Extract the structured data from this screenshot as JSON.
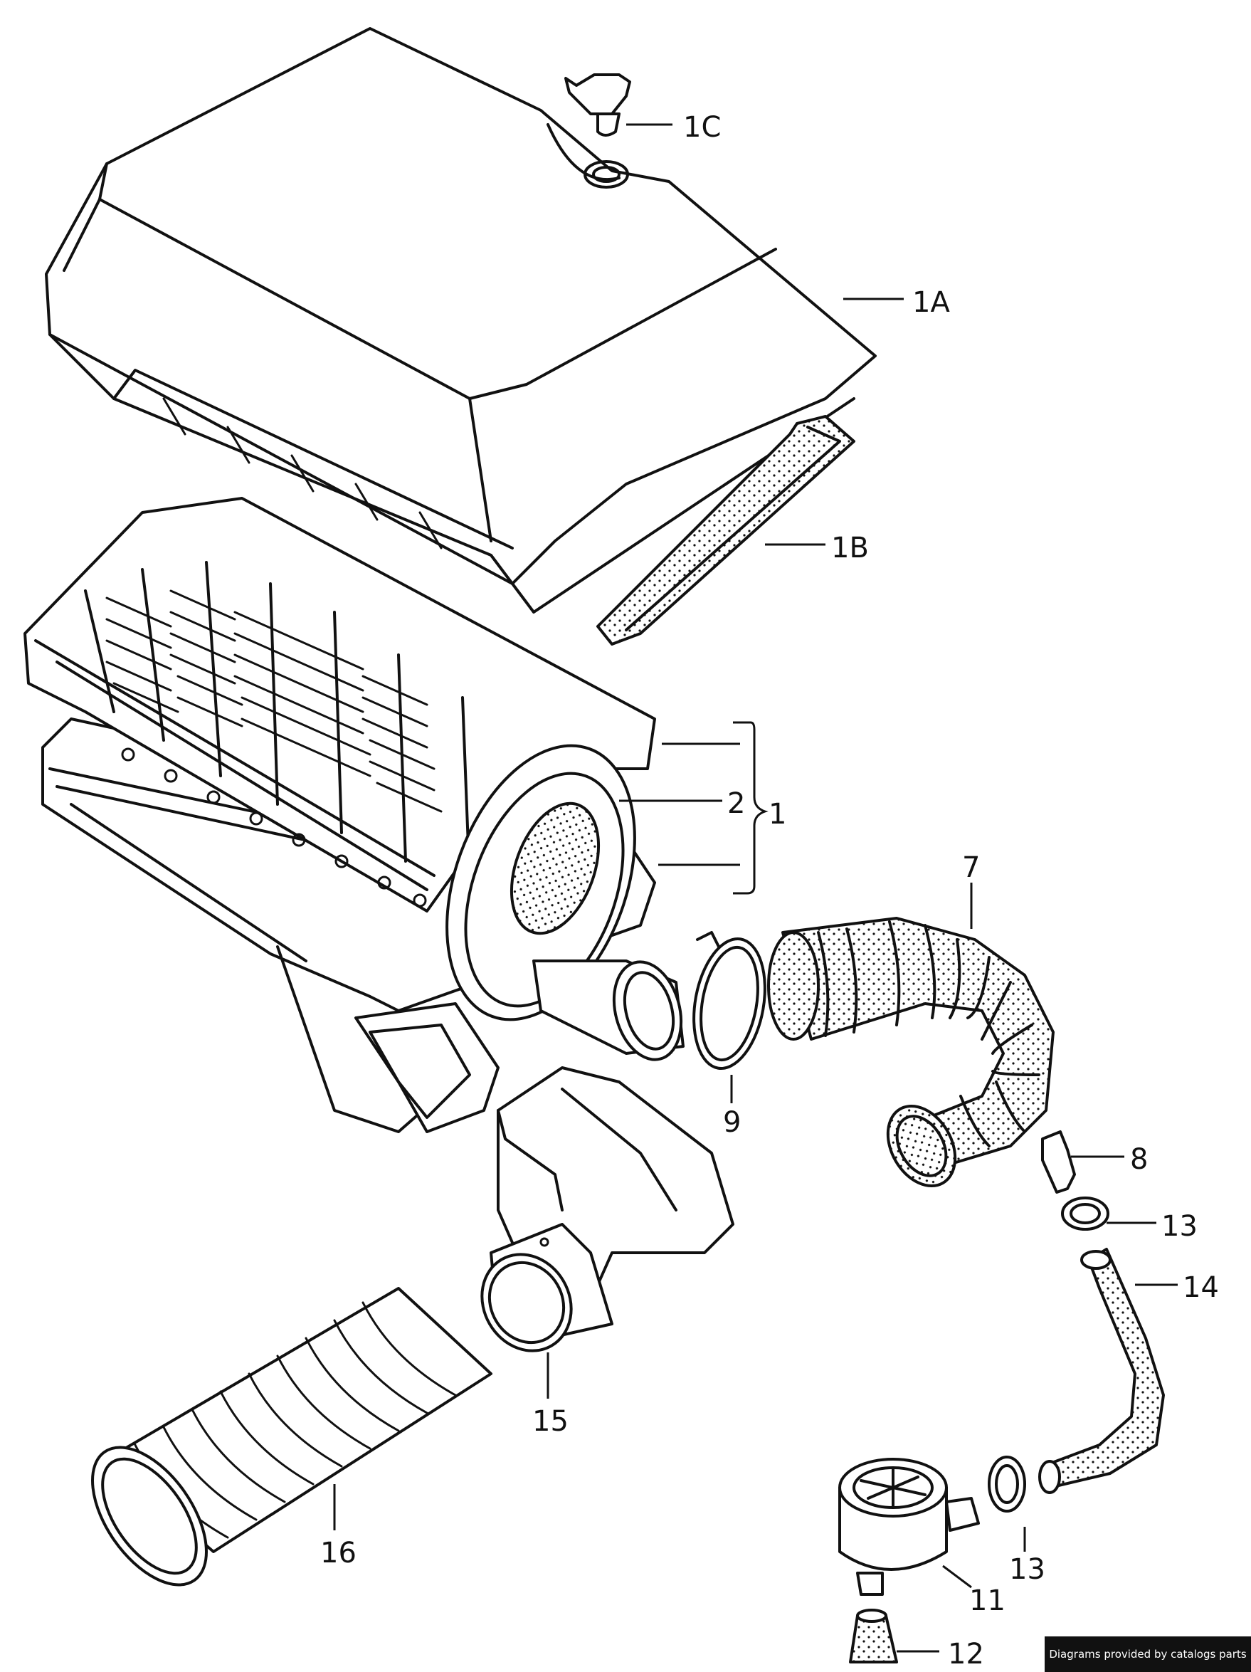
{
  "parts": [
    {
      "id": "p1C",
      "label": "1C"
    },
    {
      "id": "p1A",
      "label": "1A"
    },
    {
      "id": "p1B",
      "label": "1B"
    },
    {
      "id": "p2",
      "label": "2"
    },
    {
      "id": "p1",
      "label": "1"
    },
    {
      "id": "p7",
      "label": "7"
    },
    {
      "id": "p9",
      "label": "9"
    },
    {
      "id": "p8",
      "label": "8"
    },
    {
      "id": "p13a",
      "label": "13"
    },
    {
      "id": "p14",
      "label": "14"
    },
    {
      "id": "p15",
      "label": "15"
    },
    {
      "id": "p16",
      "label": "16"
    },
    {
      "id": "p13b",
      "label": "13"
    },
    {
      "id": "p11",
      "label": "11"
    },
    {
      "id": "p12",
      "label": "12"
    }
  ],
  "credit": "Diagrams provided by catalogs parts"
}
